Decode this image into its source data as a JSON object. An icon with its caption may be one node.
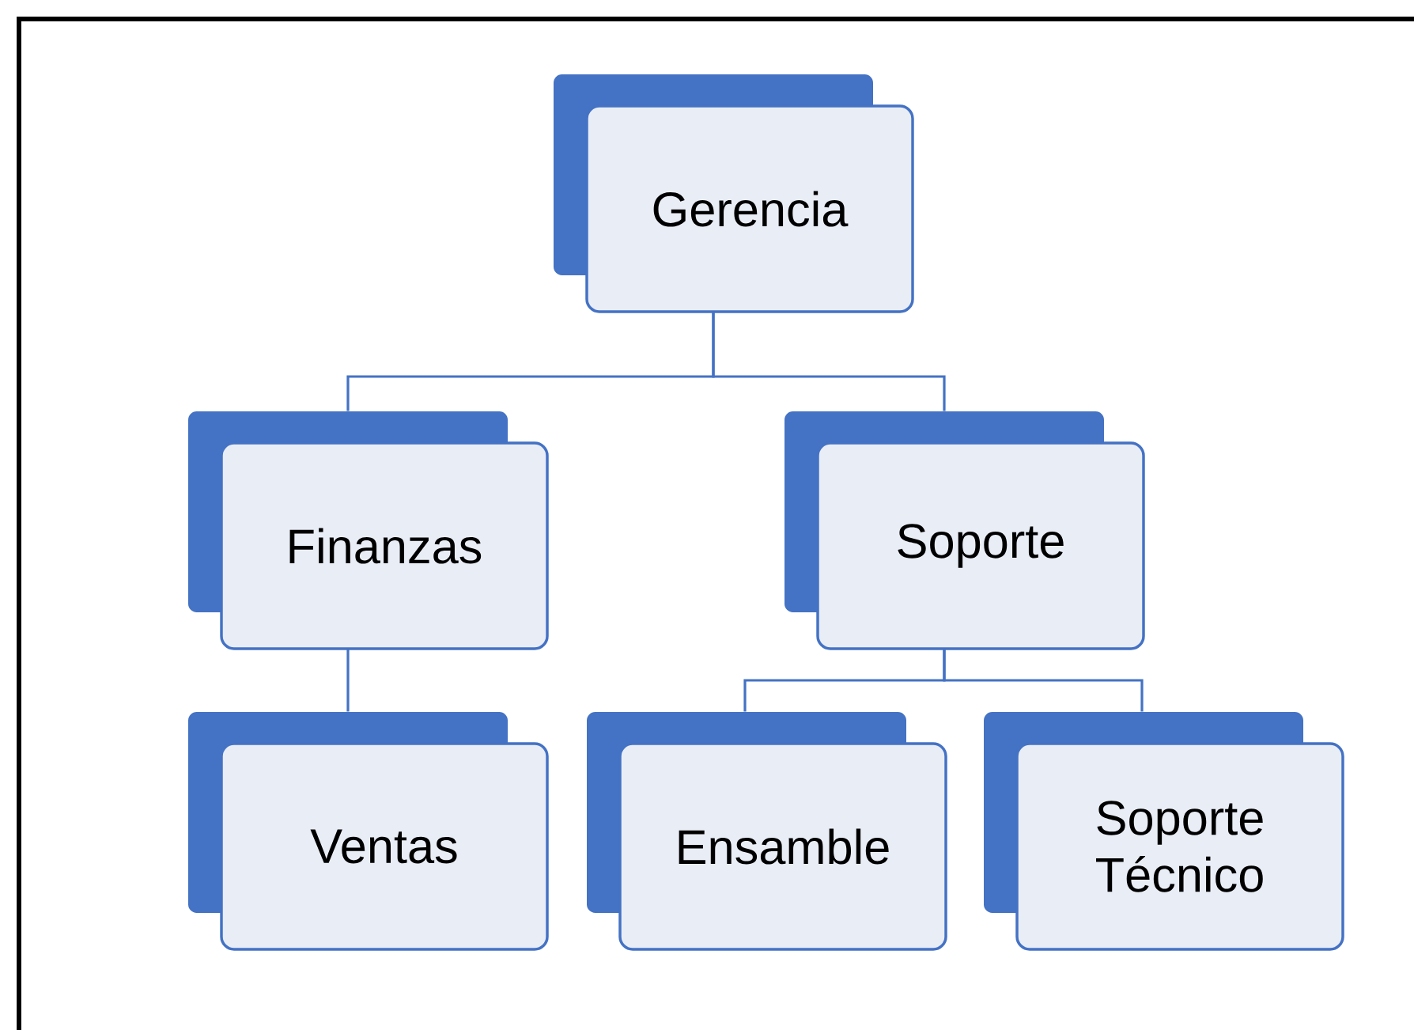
{
  "diagram": {
    "nodes": [
      {
        "text": [
          "Gerencia"
        ]
      },
      {
        "text": [
          "Finanzas"
        ]
      },
      {
        "text": [
          "Soporte"
        ]
      },
      {
        "text": [
          "Ventas"
        ]
      },
      {
        "text": [
          "Ensamble"
        ]
      },
      {
        "text": [
          "Soporte Técnico"
        ]
      }
    ],
    "edges": [
      {
        "from": 0,
        "to": 1,
        "arrow": "none"
      },
      {
        "from": 0,
        "to": 2,
        "arrow": "none"
      },
      {
        "from": 1,
        "to": 3,
        "arrow": "none"
      },
      {
        "from": 2,
        "to": 4,
        "arrow": "none"
      },
      {
        "from": 2,
        "to": 5,
        "arrow": "none"
      }
    ]
  }
}
